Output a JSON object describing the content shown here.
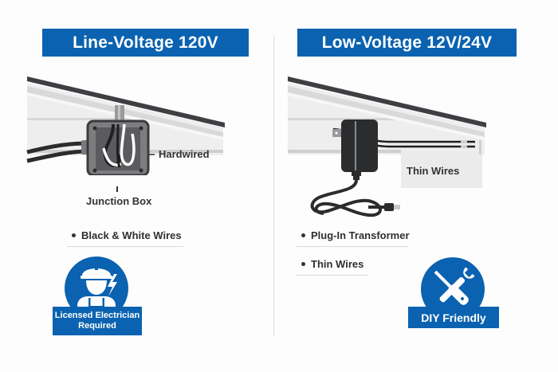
{
  "left_panel": {
    "title": "Line-Voltage 120V",
    "callouts": {
      "hardwired": "Hardwired",
      "junction_box": "Junction Box"
    },
    "bullets": [
      "Black & White Wires"
    ],
    "badge": {
      "icon": "electrician-hardhat-lightning-icon",
      "line1": "Licensed Electrician",
      "line2": "Required"
    }
  },
  "right_panel": {
    "title": "Low-Voltage 12V/24V",
    "callouts": {
      "thin_wires": "Thin Wires"
    },
    "bullets": [
      "Plug-In Transformer",
      "Thin Wires"
    ],
    "badge": {
      "icon": "wrench-screwdriver-icon",
      "label": "DIY Friendly"
    }
  },
  "colors": {
    "brand_blue": "#0a62b0",
    "roof_dark": "#3e3f42",
    "wall_light": "#e9e9ea",
    "divider": "#dcdcdc"
  }
}
